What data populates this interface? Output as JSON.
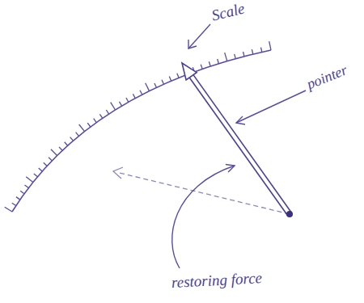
{
  "diagram": {
    "labels": [
      "Scale",
      "pointer",
      "restoring force"
    ]
  }
}
